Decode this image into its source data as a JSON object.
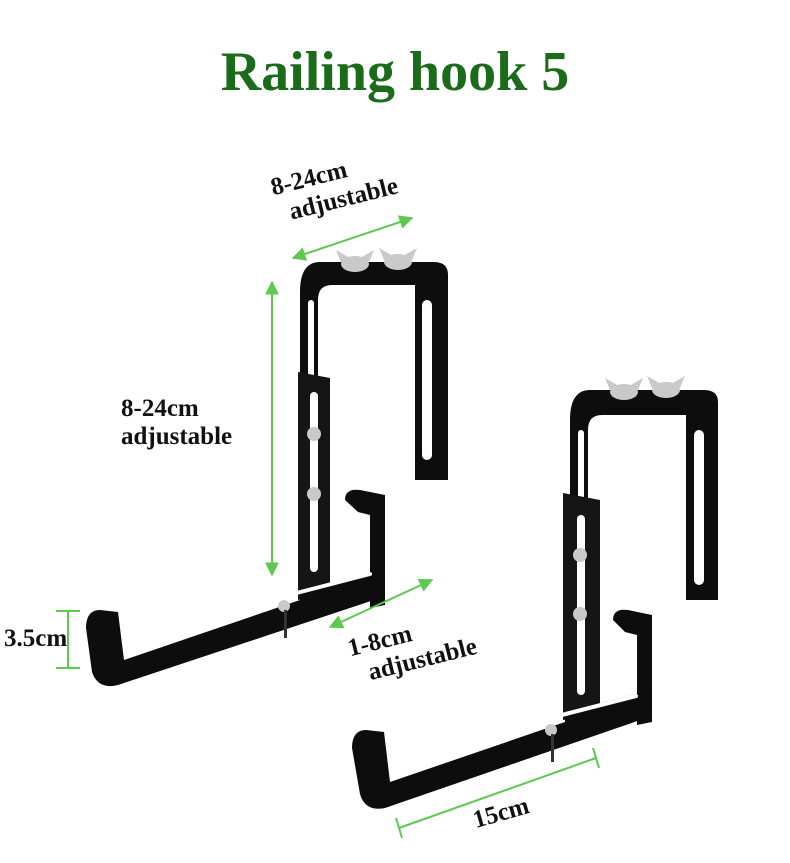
{
  "title": "Railing hook 5",
  "colors": {
    "title": "#1a6b1a",
    "dimension_line": "#5cc94f",
    "bracket": "#0d0d0d",
    "screw": "#c9c9c9"
  },
  "labels": {
    "top_width": {
      "value": "8-24cm",
      "note": "adjustable"
    },
    "height": {
      "value": "8-24cm",
      "note": "adjustable"
    },
    "lip_height": "3.5cm",
    "depth": {
      "value": "1-8cm",
      "note": "adjustable"
    },
    "length": "15cm"
  }
}
